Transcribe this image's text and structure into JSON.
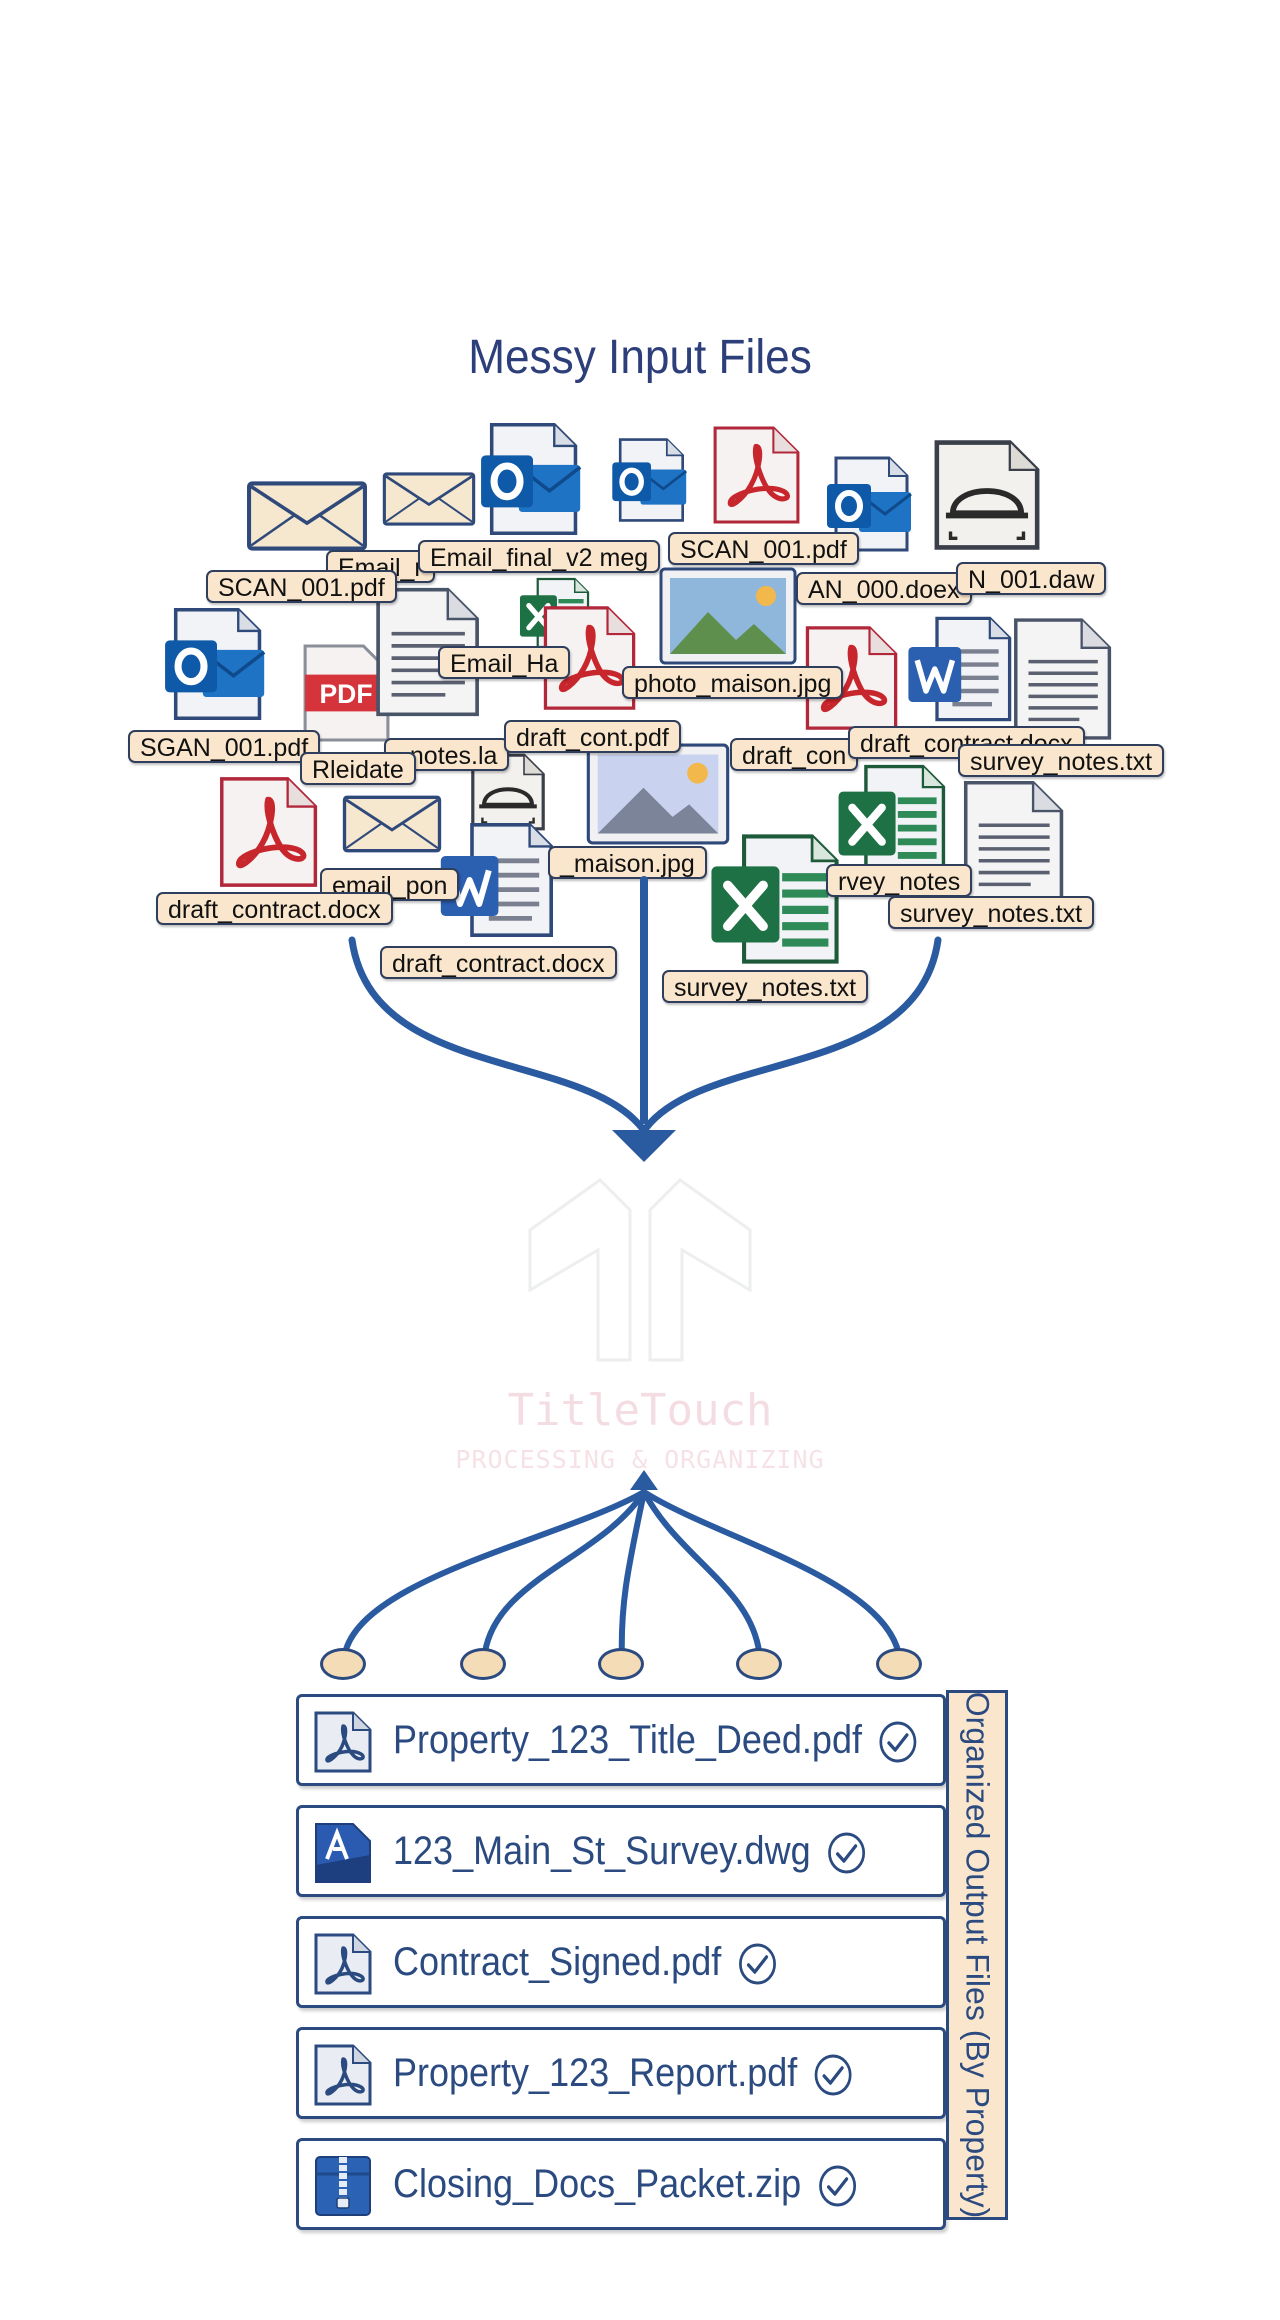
{
  "title": "Messy Input Files",
  "input_files": [
    {
      "id": "f1",
      "label": "Email_r"
    },
    {
      "id": "f2",
      "label": "Email_final_v2 meg"
    },
    {
      "id": "f3",
      "label": "SCAN_001.pdf"
    },
    {
      "id": "f4",
      "label": "SCAN_001.pdf"
    },
    {
      "id": "f5",
      "label": "AN_000.doex"
    },
    {
      "id": "f6",
      "label": "N_001.daw"
    },
    {
      "id": "f7",
      "label": "Email_Ha"
    },
    {
      "id": "f8",
      "label": "photo_maison.jpg"
    },
    {
      "id": "f9",
      "label": "SGAN_001.pdf"
    },
    {
      "id": "f10",
      "label": "_notes.la"
    },
    {
      "id": "f11",
      "label": "draft_cont.pdf"
    },
    {
      "id": "f12",
      "label": "draft_con"
    },
    {
      "id": "f13",
      "label": "draft_contract.docx"
    },
    {
      "id": "f14",
      "label": "survey_notes.txt"
    },
    {
      "id": "f15",
      "label": "Rleidate"
    },
    {
      "id": "f16",
      "label": "email_pon"
    },
    {
      "id": "f17",
      "label": "_maison.jpg"
    },
    {
      "id": "f18",
      "label": "rvey_notes"
    },
    {
      "id": "f19",
      "label": "draft_contract.docx"
    },
    {
      "id": "f20",
      "label": "survey_notes.txt"
    },
    {
      "id": "f21",
      "label": "draft_contract.docx"
    },
    {
      "id": "f22",
      "label": "survey_notes.txt"
    }
  ],
  "icons": [
    "envelope-icon",
    "outlook-icon",
    "pdf-icon",
    "word-icon",
    "excel-icon",
    "image-icon",
    "text-document-icon",
    "scanner-document-icon",
    "autocad-icon",
    "zip-icon",
    "check-circle-icon",
    "arrow-icon"
  ],
  "logo": {
    "name": "TitleTouch",
    "tagline": "PROCESSING & ORGANIZING"
  },
  "output_panel_label": "Organized Output Files (By Property)",
  "output_files": [
    {
      "label": "Property_123_Title_Deed.pdf",
      "icon": "pdf-icon"
    },
    {
      "label": "123_Main_St_Survey.dwg",
      "icon": "autocad-icon"
    },
    {
      "label": "Contract_Signed.pdf",
      "icon": "pdf-icon"
    },
    {
      "label": "Property_123_Report.pdf",
      "icon": "pdf-icon"
    },
    {
      "label": "Closing_Docs_Packet.zip",
      "icon": "zip-icon"
    }
  ],
  "colors": {
    "primary_blue": "#2a4a80",
    "label_fill": "#f9e6cc",
    "pdf_red": "#c8262d",
    "outlook_blue": "#1a5fb4",
    "excel_green": "#217346",
    "word_blue": "#2b579a",
    "logo_pink": "#f4dde2"
  }
}
